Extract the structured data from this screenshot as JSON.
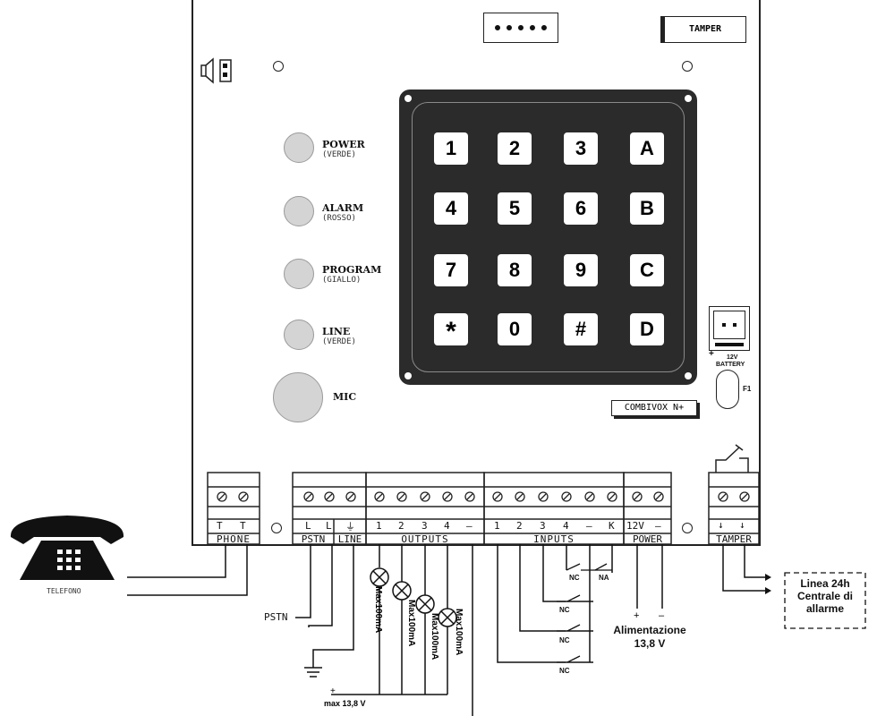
{
  "board": {
    "tamper_label": "TAMPER",
    "leds": [
      {
        "label": "POWER",
        "sub": "(VERDE)"
      },
      {
        "label": "ALARM",
        "sub": "(ROSSO)"
      },
      {
        "label": "PROGRAM",
        "sub": "(GIALLO)"
      },
      {
        "label": "LINE",
        "sub": "(VERDE)"
      }
    ],
    "mic_label": "MIC",
    "model_label": "COMBIVOX N+",
    "battery_label_1": "12V",
    "battery_label_2": "BATTERY",
    "battery_plus": "+",
    "fuse_label": "F1"
  },
  "keypad": {
    "keys": [
      "1",
      "2",
      "3",
      "A",
      "4",
      "5",
      "6",
      "B",
      "7",
      "8",
      "9",
      "C",
      "*",
      "0",
      "#",
      "D"
    ]
  },
  "terminals": {
    "phone": {
      "name": "PHONE",
      "pins": [
        "T",
        "T"
      ]
    },
    "pstn": {
      "name": "PSTN",
      "pins": [
        "L",
        "L"
      ]
    },
    "line": {
      "name": "LINE",
      "pins": [
        "⏚"
      ]
    },
    "outputs": {
      "name": "OUTPUTS",
      "pins": [
        "1",
        "2",
        "3",
        "4",
        "–"
      ]
    },
    "inputs": {
      "name": "INPUTS",
      "pins": [
        "1",
        "2",
        "3",
        "4",
        "–",
        "K"
      ]
    },
    "power": {
      "name": "POWER",
      "pins": [
        "12V",
        "–"
      ]
    },
    "tamper": {
      "name": "TAMPER",
      "pins": [
        "↓",
        "↓"
      ]
    }
  },
  "wiring": {
    "telefono": "TELEFONO",
    "pstn": "PSTN",
    "max_voltage": "max 13,8 V",
    "max_current": "Max100mA",
    "nc": "NC",
    "na": "NA",
    "plus": "+",
    "minus": "–",
    "alimentazione_1": "Alimentazione",
    "alimentazione_2": "13,8 V",
    "linea_1": "Linea 24h",
    "linea_2": "Centrale di",
    "linea_3": "allarme"
  }
}
